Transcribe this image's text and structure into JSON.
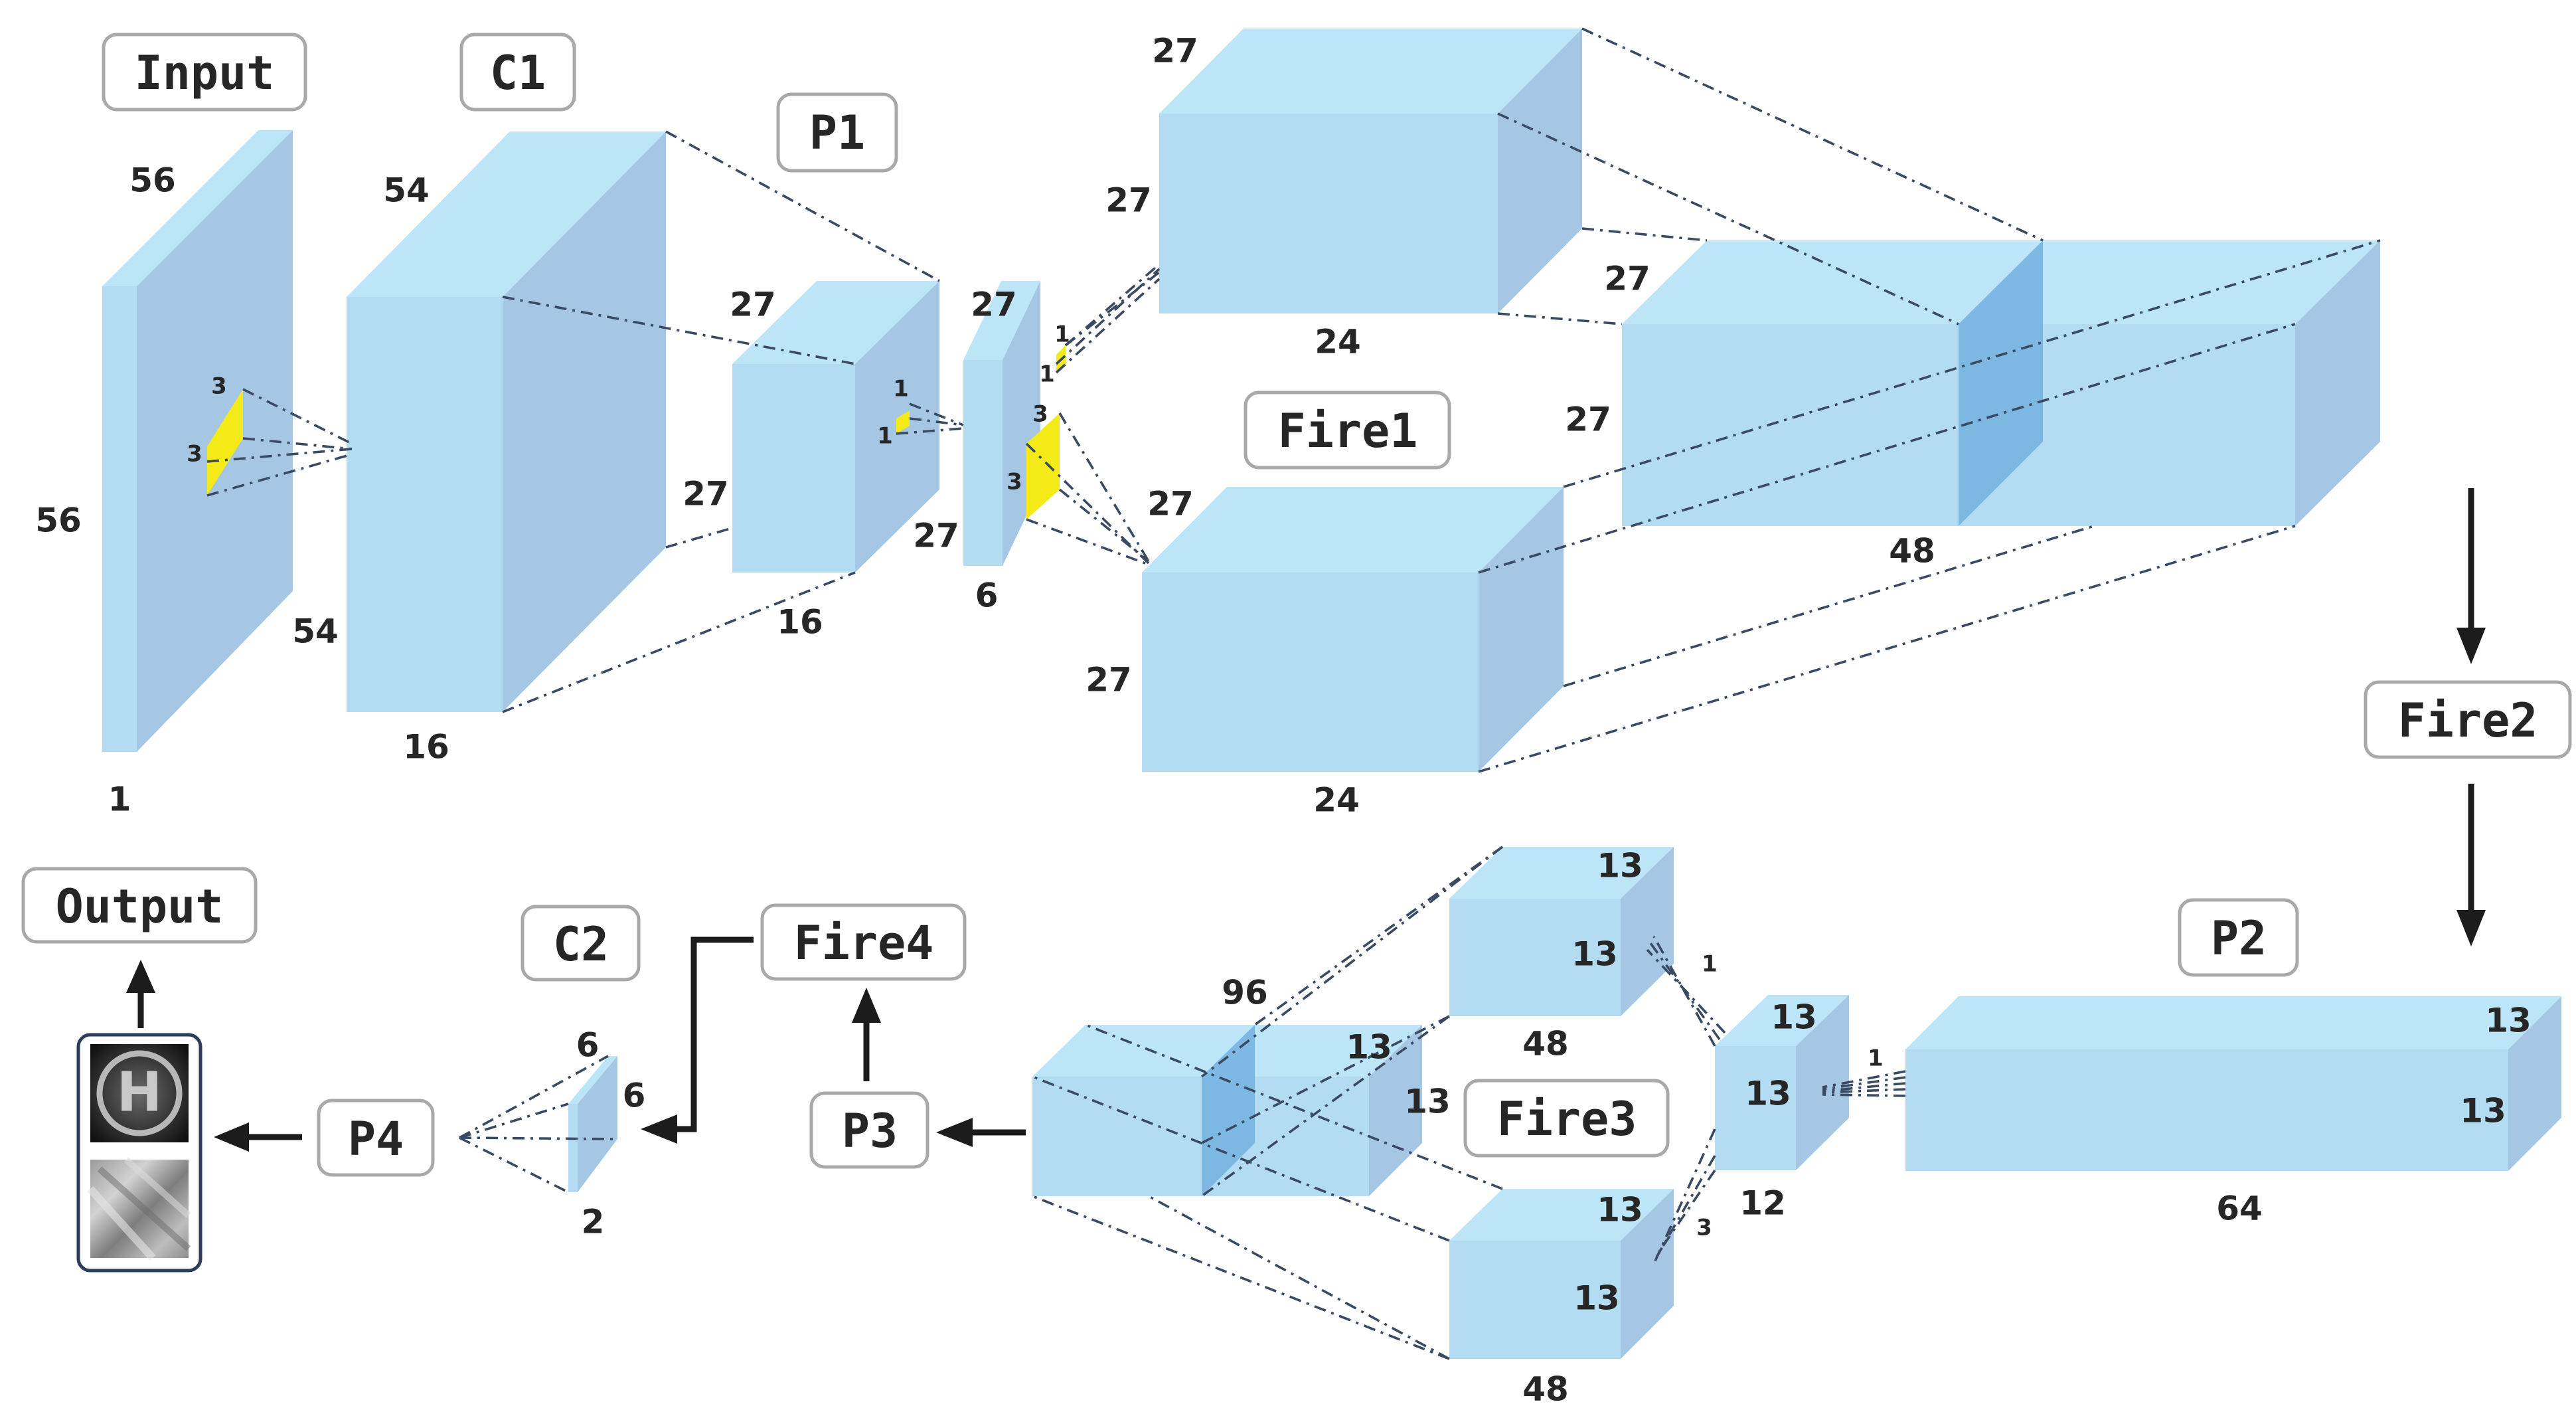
{
  "labels": {
    "input": "Input",
    "c1": "C1",
    "p1": "P1",
    "fire1": "Fire1",
    "fire2": "Fire2",
    "p2": "P2",
    "fire3": "Fire3",
    "p3": "P3",
    "fire4": "Fire4",
    "c2": "C2",
    "p4": "P4",
    "output": "Output"
  },
  "dims": {
    "input_depth": "56",
    "input_height": "56",
    "input_channels": "1",
    "input_kernel_h": "3",
    "input_kernel_w": "3",
    "c1_depth": "54",
    "c1_height": "54",
    "c1_channels": "16",
    "p1_depth": "27",
    "p1_height": "27",
    "p1_channels": "16",
    "p1_kernel_h": "1",
    "p1_kernel_w": "1",
    "squeeze1_depth": "27",
    "squeeze1_height": "27",
    "squeeze1_channels": "6",
    "squeeze1_k1_h": "1",
    "squeeze1_k1_w": "1",
    "squeeze1_k3_h": "3",
    "squeeze1_k3_w": "3",
    "expand1a_depth": "27",
    "expand1a_height": "27",
    "expand1a_channels": "24",
    "expand1b_depth": "27",
    "expand1b_height": "27",
    "expand1b_channels": "24",
    "concat1_depth": "27",
    "concat1_height": "27",
    "concat1_channels": "48",
    "p2_depth": "13",
    "p2_height": "13",
    "p2_channels": "64",
    "p2_kernel": "1",
    "squeeze3_depth": "13",
    "squeeze3_height": "13",
    "squeeze3_channels": "12",
    "squeeze3_k1": "1",
    "squeeze3_k3": "3",
    "expand3a_depth": "13",
    "expand3a_height": "13",
    "expand3a_channels": "48",
    "expand3b_depth": "13",
    "expand3b_height": "13",
    "expand3b_channels": "48",
    "concat3_depth": "13",
    "concat3_height": "13",
    "concat3_channels": "96",
    "c2_height": "6",
    "c2_depth": "6",
    "c2_channels": "2"
  },
  "output_images": [
    {
      "icon": "helipad-h-icon",
      "letter": "H"
    },
    {
      "icon": "grayscale-texture-patch"
    }
  ],
  "colors": {
    "block_front": "#b3dbf2",
    "block_top": "#bde5f8",
    "block_side": "#a6c7e4",
    "concat_separator": "#79b6e0",
    "kernel": "#f4ea18",
    "label_border": "#a9a9a9",
    "arrow": "#1c1c1c"
  }
}
